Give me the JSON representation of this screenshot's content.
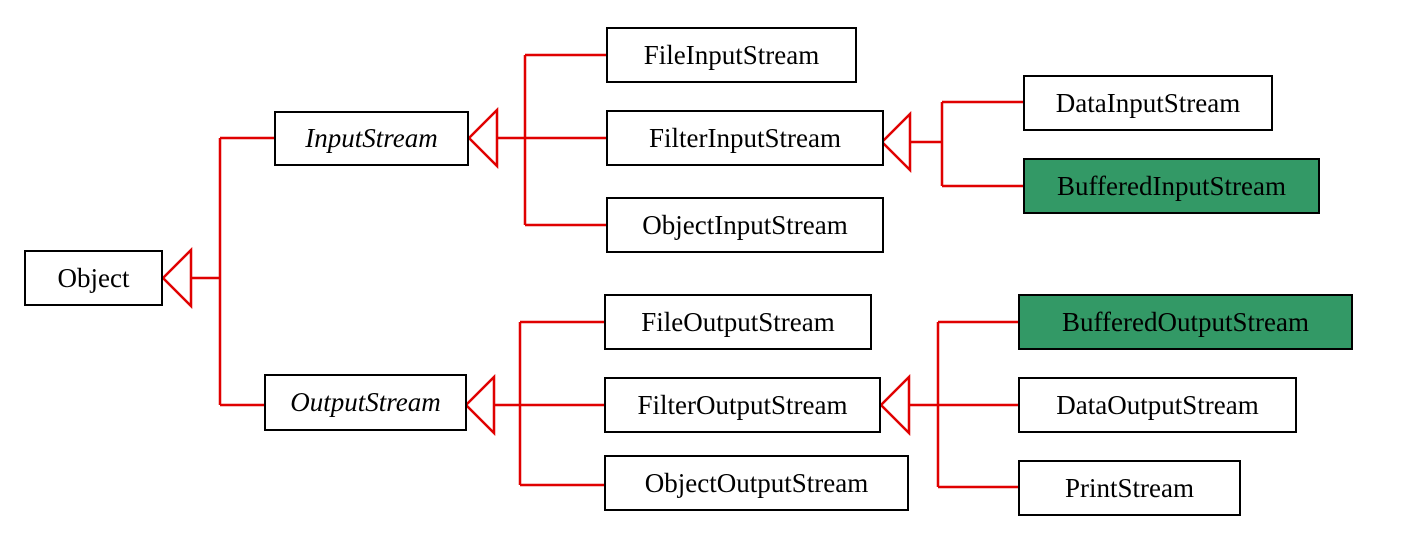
{
  "colors": {
    "connector": "#e00000",
    "highlight": "#339966",
    "border": "#000000"
  },
  "nodes": {
    "object": "Object",
    "input_stream": "InputStream",
    "output_stream": "OutputStream",
    "file_input_stream": "FileInputStream",
    "filter_input_stream": "FilterInputStream",
    "object_input_stream": "ObjectInputStream",
    "data_input_stream": "DataInputStream",
    "buffered_input_stream": "BufferedInputStream",
    "file_output_stream": "FileOutputStream",
    "filter_output_stream": "FilterOutputStream",
    "object_output_stream": "ObjectOutputStream",
    "buffered_output_stream": "BufferedOutputStream",
    "data_output_stream": "DataOutputStream",
    "print_stream": "PrintStream"
  }
}
